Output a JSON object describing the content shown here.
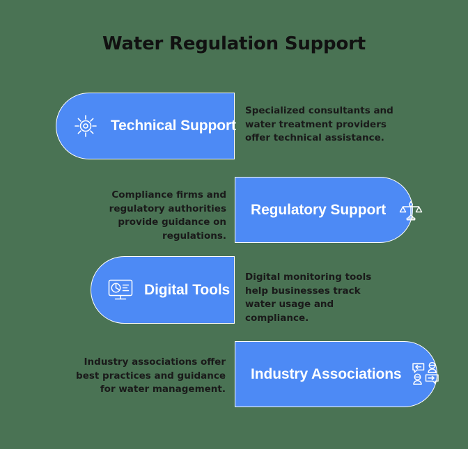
{
  "theme": {
    "background_color": "#4a7354",
    "pill_color": "#4d8af5",
    "pill_border_color": "#ffffff",
    "pill_label_color": "#ffffff",
    "title_color": "#111111",
    "description_color": "#1a1a1a"
  },
  "title": "Water Regulation Support",
  "rows": [
    {
      "label": "Technical Support",
      "icon": "sun-gear-icon",
      "description": "Specialized consultants and water treatment providers offer technical assistance.",
      "pill_side": "left",
      "description_side": "right"
    },
    {
      "label": "Regulatory Support",
      "icon": "scales-of-justice-icon",
      "description": "Compliance firms and regulatory authorities provide guidance on regulations.",
      "pill_side": "right",
      "description_side": "left"
    },
    {
      "label": "Digital Tools",
      "icon": "monitor-chart-icon",
      "description": "Digital monitoring tools help businesses track water usage and compliance.",
      "pill_side": "left",
      "description_side": "right"
    },
    {
      "label": "Industry Associations",
      "icon": "people-chat-icon",
      "description": "Industry associations offer best practices and guidance for water management.",
      "pill_side": "right",
      "description_side": "left"
    }
  ]
}
